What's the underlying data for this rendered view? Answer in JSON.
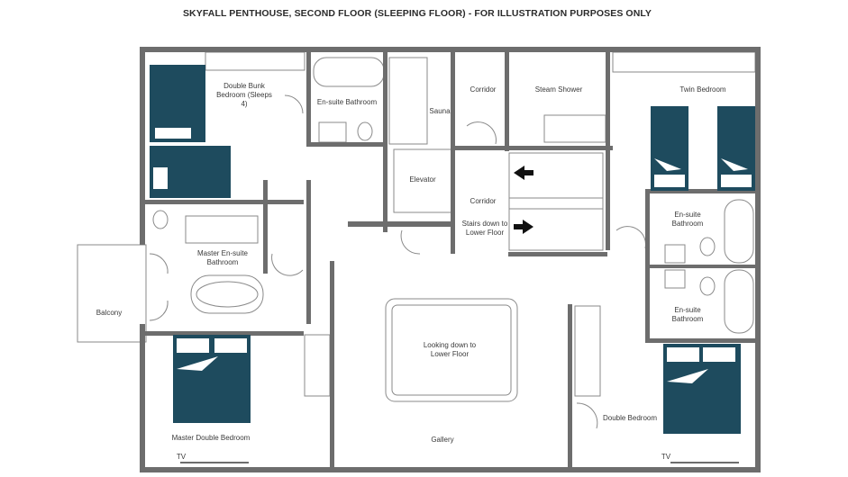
{
  "title": "SKYFALL PENTHOUSE, SECOND FLOOR (SLEEPING FLOOR) - FOR ILLUSTRATION PURPOSES ONLY",
  "rooms": {
    "double_bunk": "Double Bunk Bedroom (Sleeps 4)",
    "ensuite_top": "En-suite Bathroom",
    "sauna": "Sauna",
    "corridor_top": "Corridor",
    "steam_shower": "Steam Shower",
    "twin_bedroom": "Twin Bedroom",
    "elevator": "Elevator",
    "corridor_mid": "Corridor",
    "stairs_down": "Stairs down to Lower Floor",
    "ensuite_right_1": "En-suite Bathroom",
    "ensuite_right_2": "En-suite Bathroom",
    "master_ensuite": "Master En-suite Bathroom",
    "balcony": "Balcony",
    "looking_down": "Looking down to Lower Floor",
    "master_bedroom": "Master Double Bedroom",
    "gallery": "Gallery",
    "double_bedroom": "Double Bedroom"
  },
  "tv_labels": {
    "left": "TV",
    "right": "TV"
  },
  "colors": {
    "wall": "#6d6d6d",
    "bed": "#1e4b5e",
    "outline": "#8a8a8a"
  }
}
